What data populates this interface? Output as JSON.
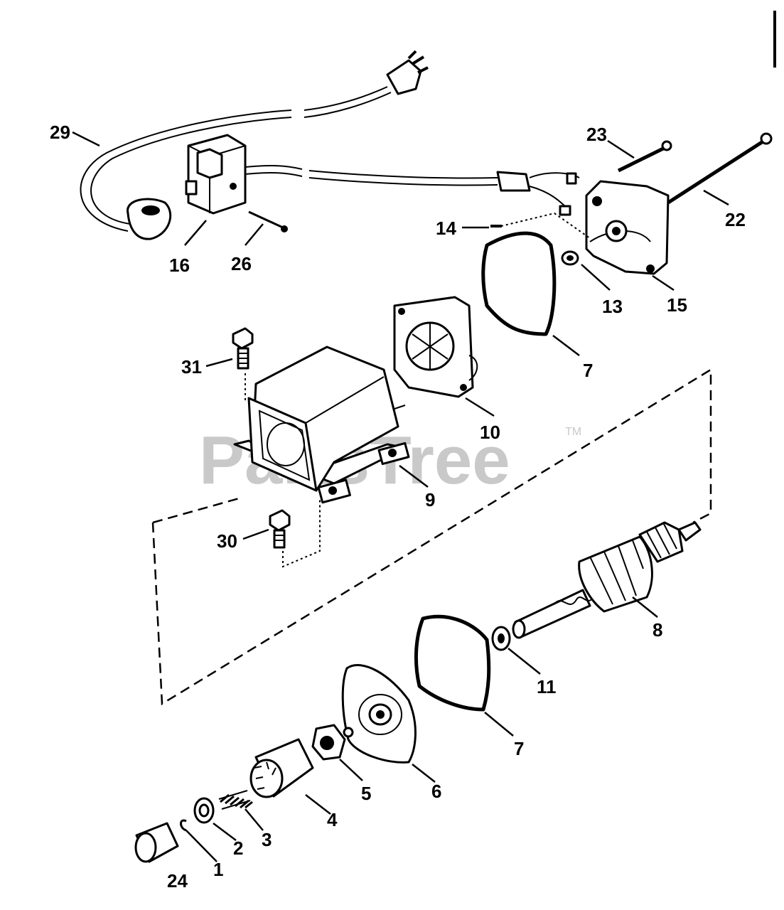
{
  "watermark": {
    "brand": "PartsTree",
    "trademark": "TM"
  },
  "callouts": {
    "c29": "29",
    "c16": "16",
    "c26": "26",
    "c23": "23",
    "c22": "22",
    "c14": "14",
    "c13": "13",
    "c15": "15",
    "c7a": "7",
    "c31": "31",
    "c10": "10",
    "c9": "9",
    "c30": "30",
    "c8": "8",
    "c11": "11",
    "c7b": "7",
    "c6": "6",
    "c5": "5",
    "c4": "4",
    "c3": "3",
    "c2": "2",
    "c1": "1",
    "c24": "24"
  },
  "colors": {
    "line": "#000000",
    "watermark": "#c9c9c9",
    "background": "#ffffff"
  }
}
